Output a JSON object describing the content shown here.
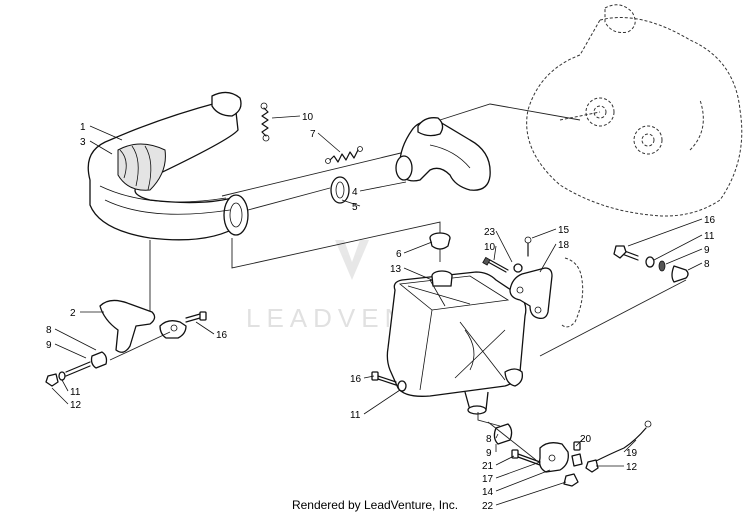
{
  "watermark": "LEADVENTURE",
  "footer": "Rendered by LeadVenture, Inc.",
  "callouts": {
    "n1": "1",
    "n2": "2",
    "n3": "3",
    "n4": "4",
    "n5": "5",
    "n6": "6",
    "n7": "7",
    "n8a": "8",
    "n8b": "8",
    "n8c": "8",
    "n9a": "9",
    "n9b": "9",
    "n9c": "9",
    "n10a": "10",
    "n10b": "10",
    "n11a": "11",
    "n11b": "11",
    "n11c": "11",
    "n12a": "12",
    "n12b": "12",
    "n13": "13",
    "n14": "14",
    "n15": "15",
    "n16a": "16",
    "n16b": "16",
    "n16c": "16",
    "n17": "17",
    "n18": "18",
    "n19": "19",
    "n20": "20",
    "n21": "21",
    "n22": "22",
    "n23": "23"
  }
}
